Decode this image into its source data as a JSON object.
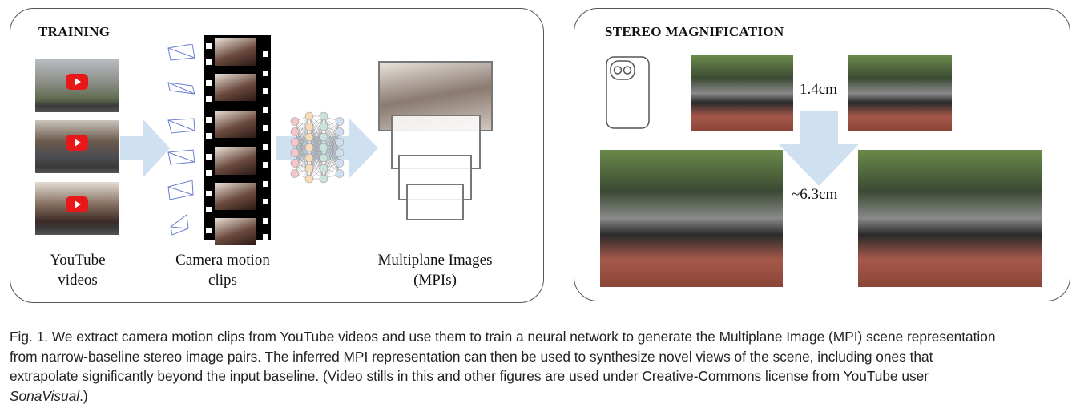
{
  "training": {
    "title": "TRAINING",
    "labels": {
      "youtube": [
        "YouTube",
        "videos"
      ],
      "clips": [
        "Camera motion",
        "clips"
      ],
      "mpis": [
        "Multiplane Images",
        "(MPIs)"
      ]
    }
  },
  "stereo": {
    "title": "STEREO MAGNIFICATION",
    "baseline_input": "1.4cm",
    "baseline_output": "~6.3cm"
  },
  "caption": {
    "lines": [
      "Fig. 1.  We extract camera motion clips from YouTube videos and use them to train a neural network to generate the Multiplane Image (MPI) scene representation",
      "from narrow-baseline stereo image pairs. The inferred MPI representation can then be used to synthesize novel views of the scene, including ones that",
      "extrapolate significantly beyond the input baseline. (Video stills in this and other figures are used under Creative-Commons license from YouTube user"
    ],
    "user": "SonaVisual",
    "end": ".)"
  },
  "colors": {
    "arrow": "#cfe0f1",
    "play": "#e81818",
    "frustum": "#6b7fd0"
  }
}
